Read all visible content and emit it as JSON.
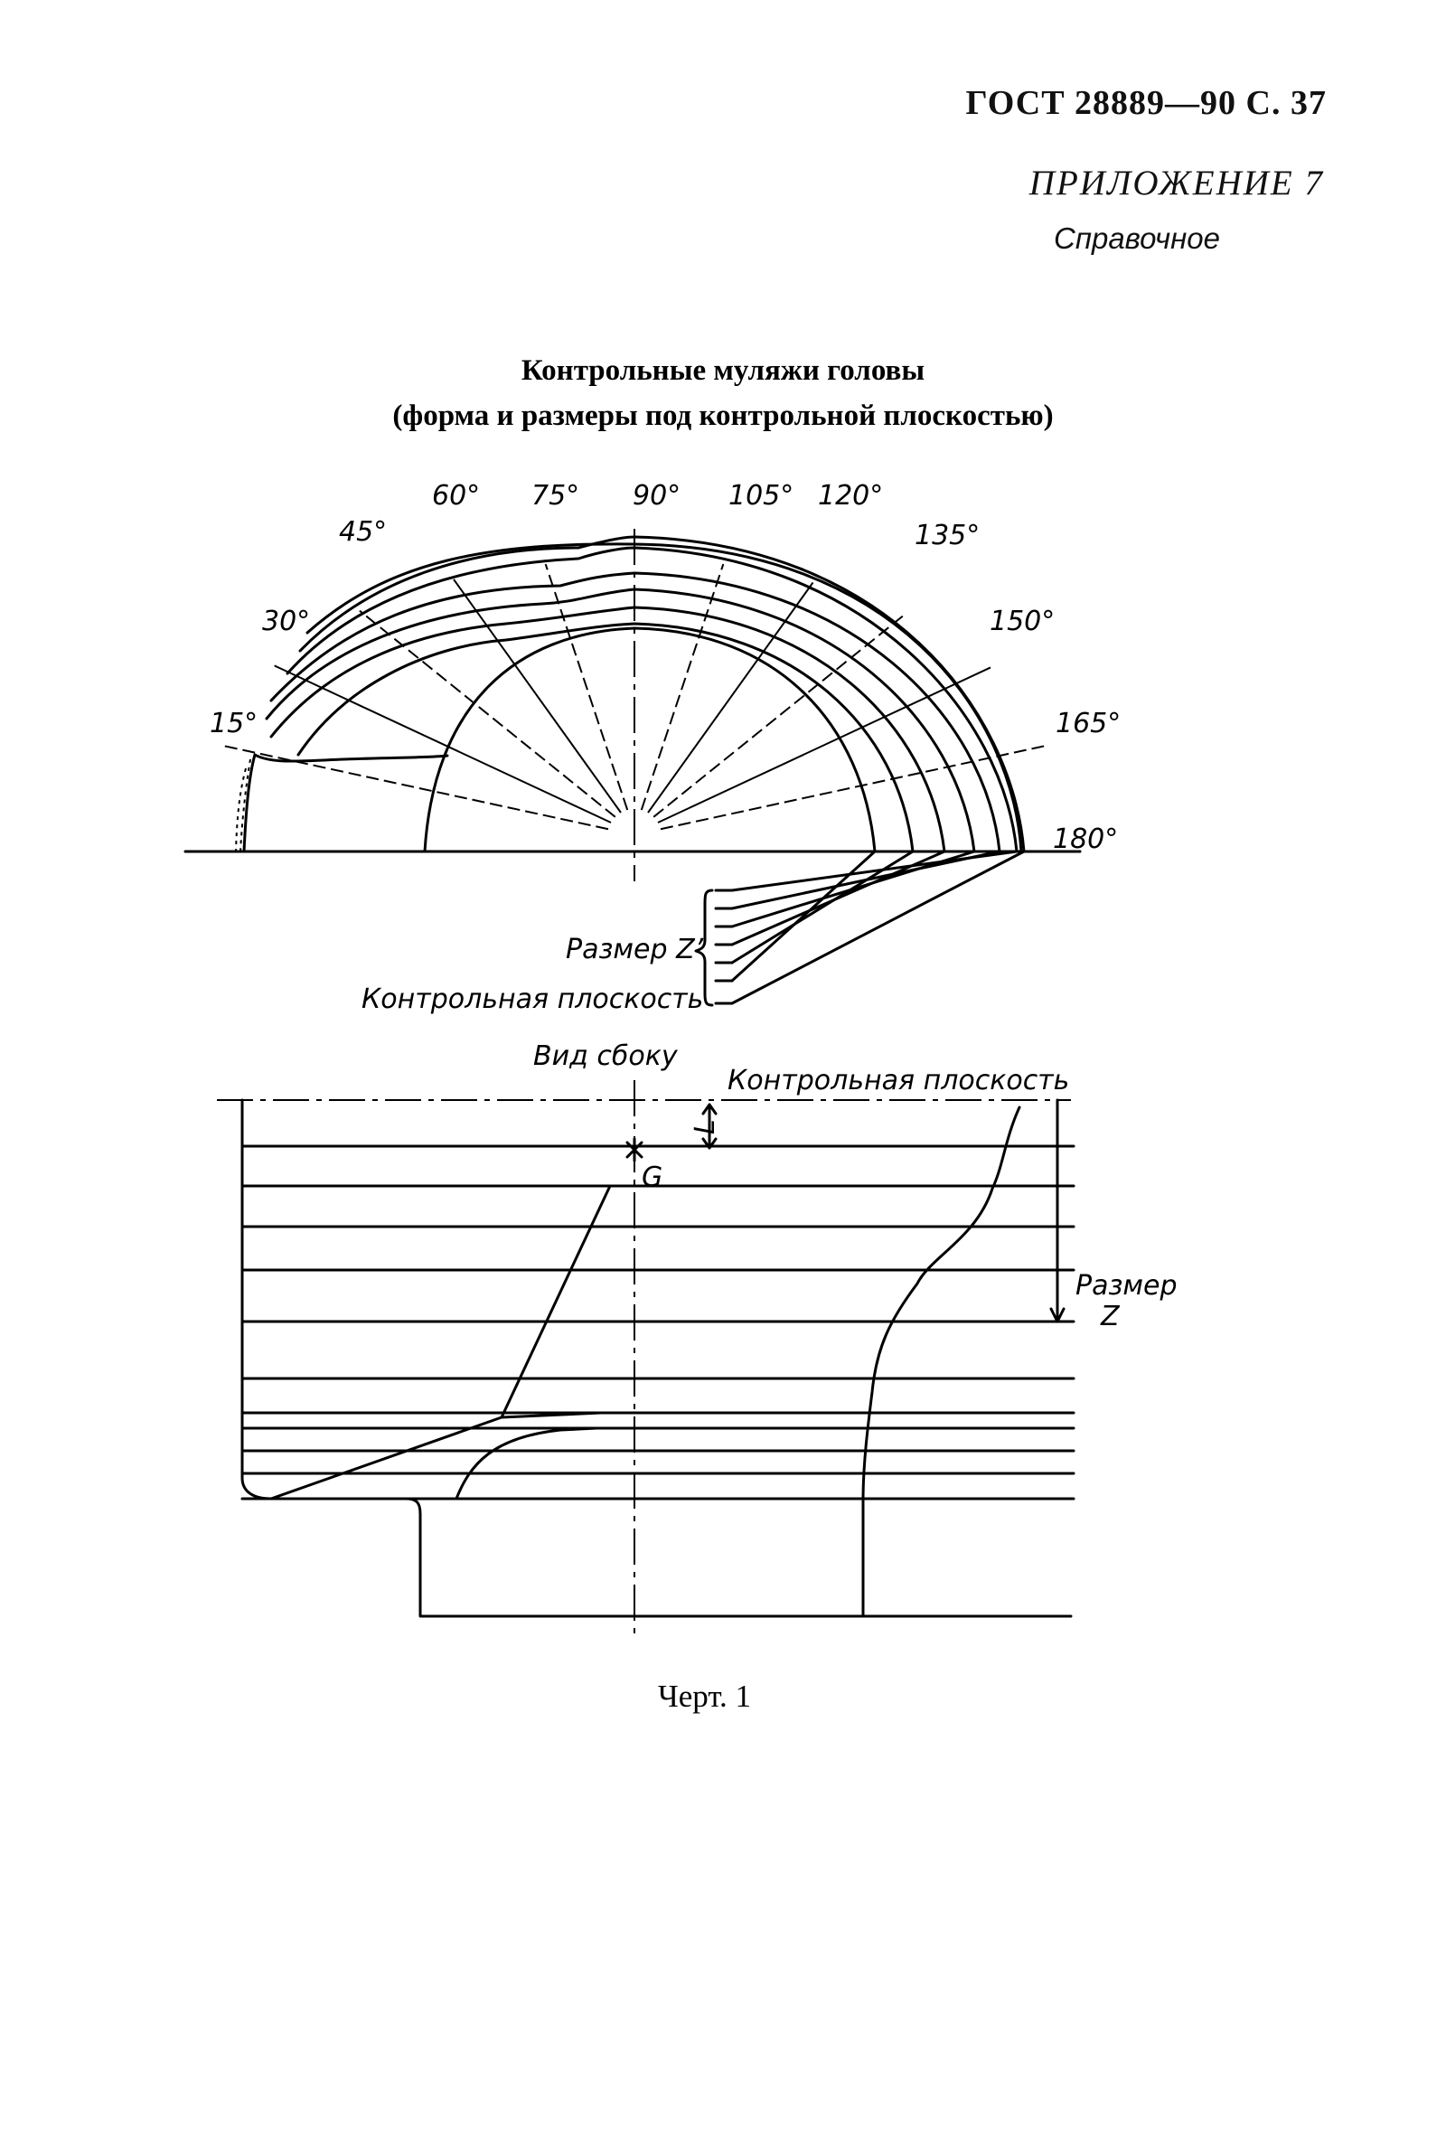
{
  "header": {
    "standard_ref": "ГОСТ 28889—90 С. 37",
    "appendix": "ПРИЛОЖЕНИЕ 7",
    "appendix_kind": "Справочное"
  },
  "figure": {
    "title_line1": "Контрольные муляжи головы",
    "title_line2": "(форма и размеры под контрольной плоскостью)",
    "angle_labels": [
      "15°",
      "30°",
      "45°",
      "60°",
      "75°",
      "90°",
      "105°",
      "120°",
      "135°",
      "150°",
      "165°",
      "180°"
    ],
    "angles_deg": [
      15,
      30,
      45,
      60,
      75,
      90,
      105,
      120,
      135,
      150,
      165,
      180
    ],
    "label_size_z_prime": "Размер Z’",
    "label_control_plane_top": "Контрольная плоскость",
    "label_side_view": "Вид сбоку",
    "label_control_plane_side": "Контрольная плоскость",
    "label_L": "L",
    "label_G": "G",
    "label_size_z_1": "Размер",
    "label_size_z_2": "Z",
    "caption": "Черт. 1"
  }
}
